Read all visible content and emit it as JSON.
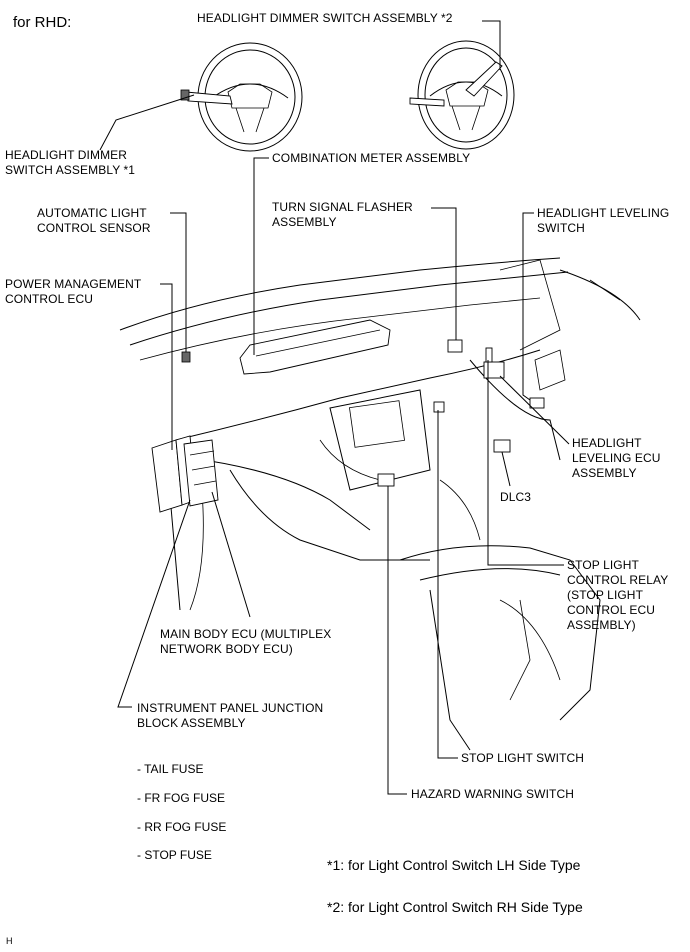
{
  "heading": "for RHD:",
  "labels": {
    "headlight_dimmer_2": "HEADLIGHT DIMMER SWITCH ASSEMBLY *2",
    "headlight_dimmer_1": "HEADLIGHT DIMMER\nSWITCH ASSEMBLY *1",
    "combination_meter": "COMBINATION METER ASSEMBLY",
    "automatic_light_sensor": "AUTOMATIC LIGHT\nCONTROL SENSOR",
    "turn_signal_flasher": "TURN SIGNAL FLASHER\nASSEMBLY",
    "headlight_leveling_switch": "HEADLIGHT LEVELING\nSWITCH",
    "power_management_ecu": "POWER MANAGEMENT\nCONTROL ECU",
    "headlight_leveling_ecu": "HEADLIGHT\nLEVELING ECU\nASSEMBLY",
    "dlc3": "DLC3",
    "stop_light_relay": "STOP LIGHT\nCONTROL RELAY\n(STOP LIGHT\nCONTROL ECU\nASSEMBLY)",
    "main_body_ecu": "MAIN BODY ECU (MULTIPLEX\nNETWORK BODY ECU)",
    "instrument_panel_jb": "INSTRUMENT PANEL JUNCTION\nBLOCK ASSEMBLY",
    "stop_light_switch": "STOP LIGHT SWITCH",
    "hazard_warning_switch": "HAZARD WARNING SWITCH"
  },
  "fuses": [
    "- TAIL FUSE",
    "- FR FOG FUSE",
    "- RR FOG FUSE",
    "- STOP FUSE"
  ],
  "notes": [
    "*1: for Light Control Switch LH Side Type",
    "*2: for Light Control Switch RH Side Type"
  ],
  "corner_mark": "H"
}
